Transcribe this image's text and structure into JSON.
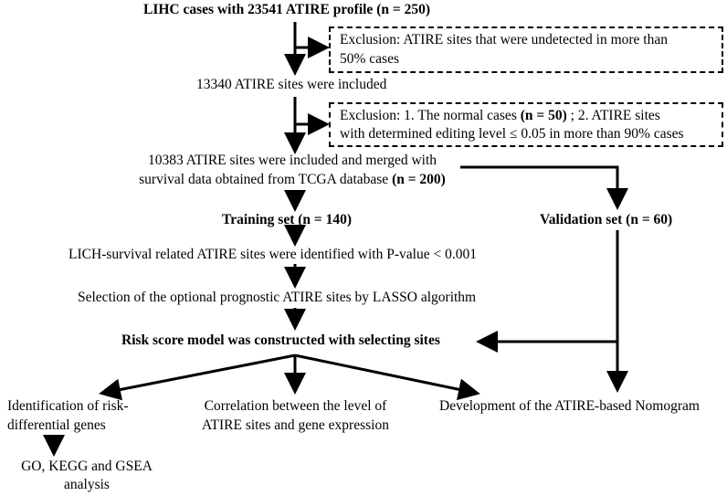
{
  "title": {
    "prefix": "LIHC cases with 23541 ATIRE profile ",
    "count": "(n = 250)"
  },
  "exclusion1": {
    "line1": "Exclusion: ATIRE sites that were undetected in more than",
    "line2": "50% cases"
  },
  "step_included": "13340 ATIRE sites were included",
  "exclusion2": {
    "line1_prefix": "Exclusion: 1. The normal cases ",
    "line1_bold": "(n = 50)",
    "line1_suffix": " ; 2. ATIRE sites",
    "line2": "with determined editing level ≤ 0.05 in more than 90% cases"
  },
  "step_merged": {
    "line1": "10383 ATIRE sites were included and merged with",
    "line2_prefix": "survival data obtained from TCGA database ",
    "line2_bold": "(n = 200)"
  },
  "training_set": "Training set (n = 140)",
  "validation_set": "Validation set (n = 60)",
  "step_survival": "LICH-survival related ATIRE sites were identified with P-value < 0.001",
  "step_lasso": "Selection of the optional prognostic ATIRE sites by LASSO algorithm",
  "risk_model": "Risk score model was constructed with selecting sites",
  "branch_genes": {
    "line1": "Identification of risk-",
    "line2": "differential genes"
  },
  "branch_correlation": {
    "line1": "Correlation between the level of",
    "line2": "ATIRE sites and gene expression"
  },
  "branch_nomogram": "Development of the ATIRE-based Nomogram",
  "step_enrichment": {
    "line1": "GO, KEGG and GSEA",
    "line2": "analysis"
  }
}
